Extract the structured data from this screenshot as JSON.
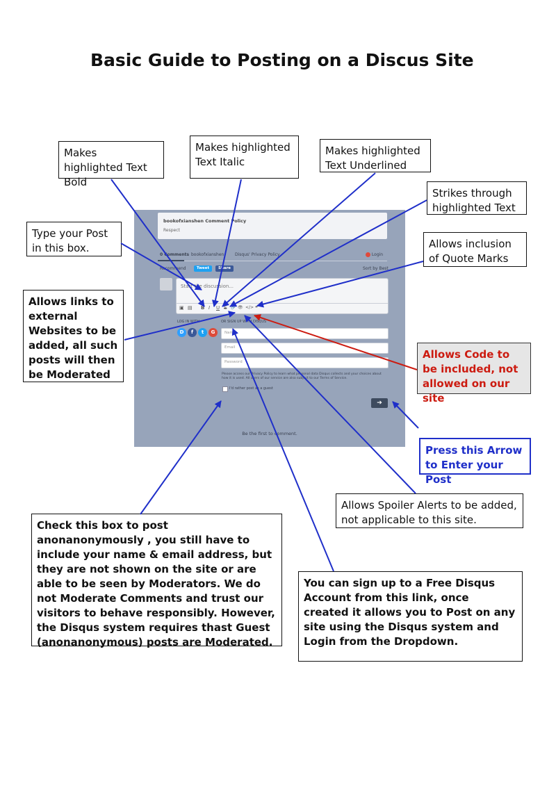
{
  "title": "Basic Guide to Posting on a Discus Site",
  "callouts": {
    "bold": "Makes highlighted Text Bold",
    "italic": "Makes highlighted Text Italic",
    "underline": "Makes highlighted Text Underlined",
    "strike": "Strikes through highlighted Text",
    "quote": "Allows inclusion of Quote Marks",
    "type_post": "Type your Post in this box.",
    "links": "Allows links to external Websites to be added, all such posts will then be Moderated",
    "code": "Allows Code to be included, not allowed on our site",
    "submit": "Press this Arrow to Enter your Post",
    "spoiler": "Allows Spoiler Alerts to be added, not applicable to this site.",
    "guest": "Check this box to post anonanonymously , you still have to include your name & email address, but they are not shown on the site or are able to be seen by Moderators. We do not Moderate Comments and trust our visitors to behave responsibly. However, the Disqus system requires thast Guest (anonanonymous) posts are Moderated.",
    "signup": "You can sign up to a Free Disqus Account from this link, once created it allows you to Post on any site using the Disqus system and Login from the Dropdown."
  },
  "screenshot": {
    "policy_title": "bookofxianshen Comment Policy",
    "policy_text": "Respect",
    "comments_tab": "0 Comments",
    "site_tab": "bookofxianshen",
    "privacy_tab": "Disqus' Privacy Policy",
    "login": "Login",
    "recommend": "Recommend",
    "tweet": "Tweet",
    "share": "Share",
    "sort": "Sort by Best",
    "placeholder": "Start the discussion...",
    "toolbar": [
      "B",
      "I",
      "U",
      "S",
      "🔗",
      "👁",
      "</>",
      "❝"
    ],
    "login_with": "LOG IN WITH",
    "signup_label": "OR SIGN UP WITH DISQUS",
    "social": [
      "D",
      "f",
      "t",
      "G"
    ],
    "name_placeholder": "Name",
    "email_placeholder": "Email",
    "password_placeholder": "Password",
    "legal": "Please access our Privacy Policy to learn what personal data Disqus collects and your choices about how it is used. All users of our service are also subject to our Terms of Service.",
    "guest_checkbox": "I'd rather post as a guest",
    "submit_icon": "➔",
    "empty": "Be the first to comment."
  },
  "colors": {
    "panel": "#97a4ba",
    "arrow_blue": "#1f2fc9",
    "arrow_red": "#cc1b10",
    "tweet": "#1da1f2",
    "facebook": "#3b5998"
  }
}
